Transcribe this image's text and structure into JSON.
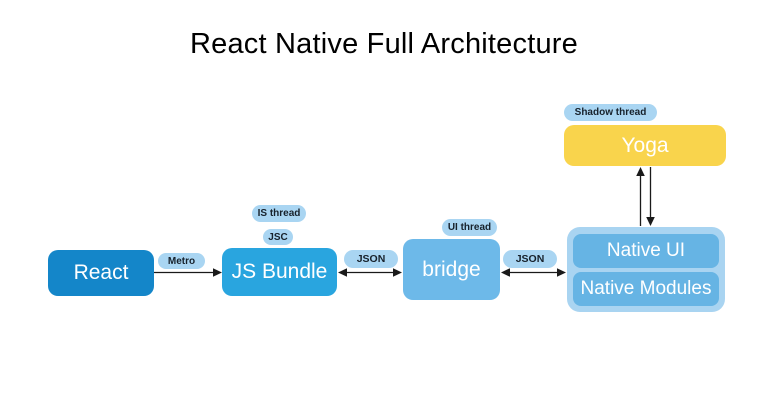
{
  "title": "React Native Full Architecture",
  "nodes": {
    "react": {
      "label": "React",
      "color": "#1486c9"
    },
    "js_bundle": {
      "label": "JS Bundle",
      "color": "#29a5df"
    },
    "bridge": {
      "label": "bridge",
      "color": "#6db9e9"
    },
    "yoga": {
      "label": "Yoga",
      "color": "#f9d44c"
    },
    "native_group": {
      "color": "#a9d4f1"
    },
    "native_ui": {
      "label": "Native UI",
      "color": "#66b4e4"
    },
    "native_modules": {
      "label": "Native Modules",
      "color": "#66b4e4"
    }
  },
  "edges": [
    {
      "from": "React",
      "to": "JS Bundle",
      "label": "Metro",
      "direction": "right"
    },
    {
      "from": "JS Bundle",
      "to": "bridge",
      "label": "JSON",
      "direction": "both"
    },
    {
      "from": "bridge",
      "to": "Native group",
      "label": "JSON",
      "direction": "both"
    },
    {
      "from": "Native UI",
      "to": "Yoga",
      "label": "",
      "direction": "up"
    },
    {
      "from": "Yoga",
      "to": "Native UI",
      "label": "",
      "direction": "down"
    }
  ],
  "thread_badges": {
    "is_thread": "IS thread",
    "jsc": "JSC",
    "ui_thread": "UI thread",
    "shadow_thread": "Shadow thread"
  },
  "colors": {
    "badge_background": "#a9d5f2",
    "badge_text": "#17212b",
    "arrow": "#1a1a1a",
    "title_text": "#000000",
    "node_text": "#ffffff",
    "background": "#ffffff"
  }
}
